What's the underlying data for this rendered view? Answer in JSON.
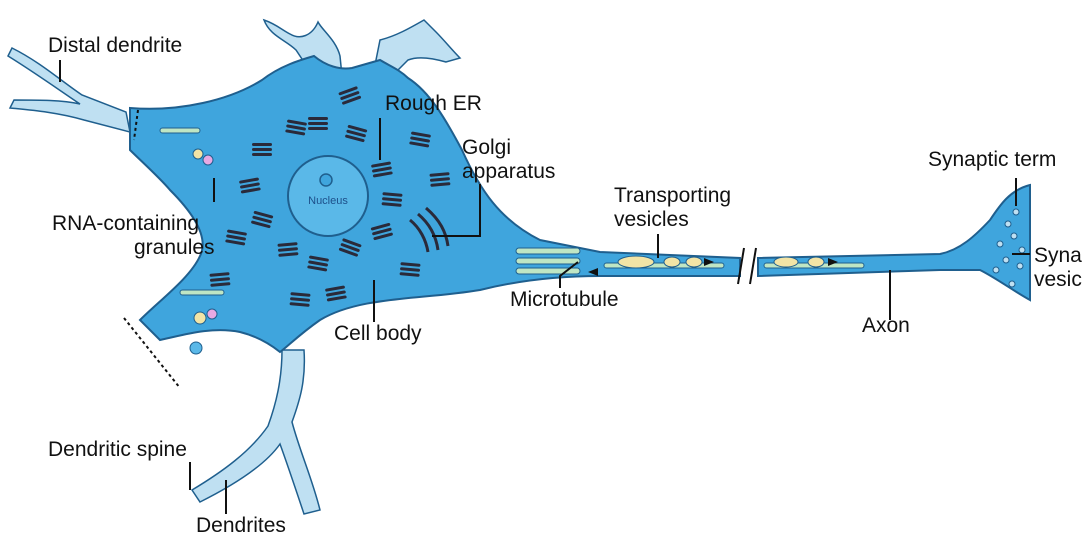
{
  "diagram": {
    "labels": {
      "distal_dendrite": "Distal dendrite",
      "rough_er": "Rough ER",
      "golgi_line1": "Golgi",
      "golgi_line2": "apparatus",
      "transporting_line1": "Transporting",
      "transporting_line2": "vesicles",
      "synaptic_terminal": "Synaptic term",
      "synaptic_vesicles_line1": "Syna",
      "synaptic_vesicles_line2": "vesic",
      "rna_line1": "RNA-containing",
      "rna_line2": "granules",
      "nucleus": "Nucleus",
      "microtubule": "Microtubule",
      "cell_body": "Cell body",
      "axon": "Axon",
      "dendritic_spine": "Dendritic spine",
      "dendrites": "Dendrites"
    },
    "colors": {
      "cell": "#3fa5dd",
      "cell_outline": "#1f5f8e",
      "dendrite_pale": "#bfe0f2",
      "er": "#2a2a3a",
      "microtubule": "#bfe6c4",
      "nucleus": "#5ab8e8",
      "vesicle": "#f2e4a6",
      "granule": "#e7a9e3"
    }
  }
}
